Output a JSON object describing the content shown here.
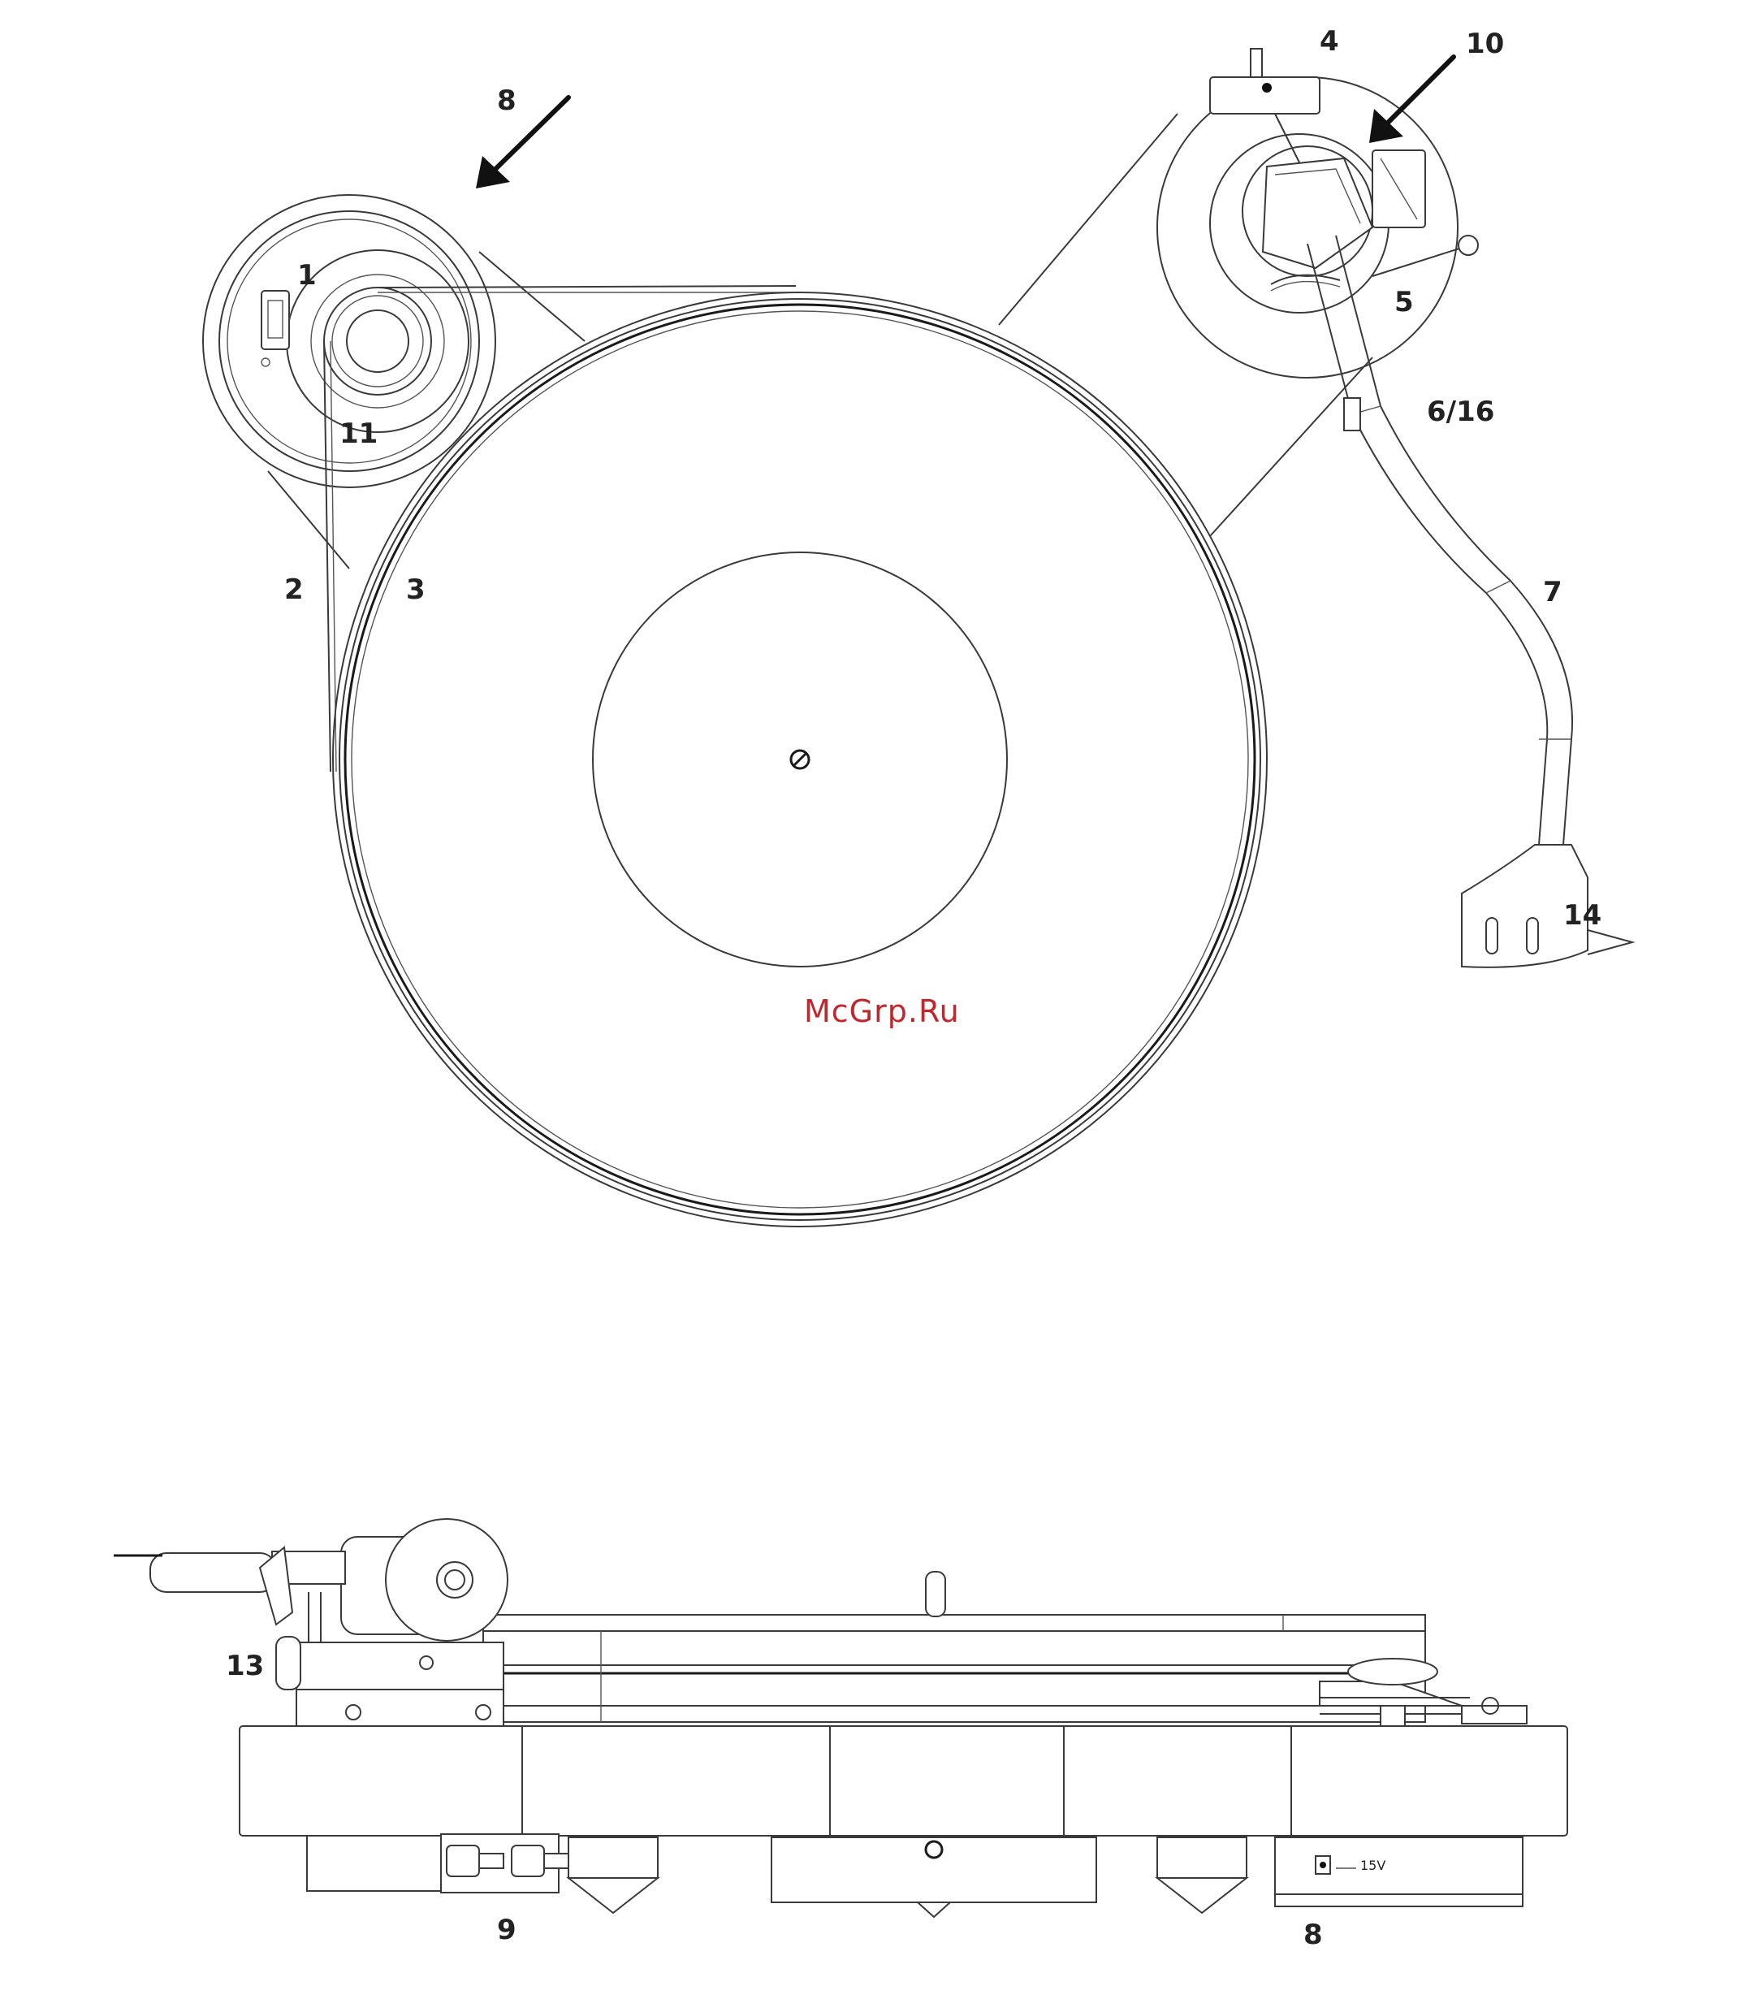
{
  "watermark": {
    "text": "McGrp.Ru",
    "color": "#c0282d"
  },
  "top_view": {
    "callouts": {
      "c1": "1",
      "c2": "2",
      "c3": "3",
      "c4": "4",
      "c5": "5",
      "c6_16": "6/16",
      "c7": "7",
      "c8": "8",
      "c10": "10",
      "c11": "11",
      "c14": "14"
    }
  },
  "side_view": {
    "callouts": {
      "c13": "13",
      "c9": "9",
      "c8": "8"
    },
    "power_label": "15V"
  },
  "colors": {
    "line": "#3a3a3a",
    "label": "#222222",
    "background": "#ffffff"
  }
}
